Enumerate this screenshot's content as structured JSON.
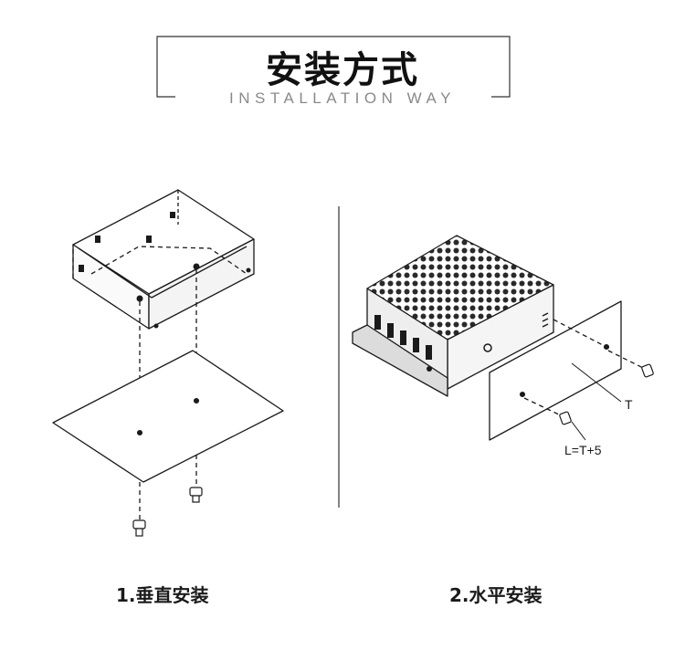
{
  "header": {
    "title": "安装方式",
    "subtitle": "INSTALLATION WAY"
  },
  "vertical": {
    "caption": "1.垂直安装"
  },
  "horizontal": {
    "caption": "2.水平安装",
    "label_t": "T",
    "label_l": "L=T+5"
  },
  "colors": {
    "line": "#1a1a1a",
    "subtitle": "#8a8a8a",
    "divider": "#333333"
  }
}
